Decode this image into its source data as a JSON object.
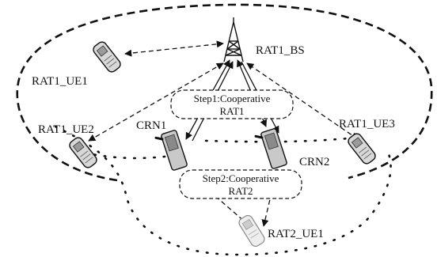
{
  "nodes": {
    "bs": "RAT1_BS",
    "ue1": "RAT1_UE1",
    "ue2": "RAT1_UE2",
    "ue3": "RAT1_UE3",
    "crn1": "CRN1",
    "crn2": "CRN2",
    "rat2_ue1": "RAT2_UE1"
  },
  "steps": {
    "step1_line1": "Step1:Cooperative",
    "step1_line2": "RAT1",
    "step2_line1": "Step2:Cooperative",
    "step2_line2": "RAT2"
  }
}
